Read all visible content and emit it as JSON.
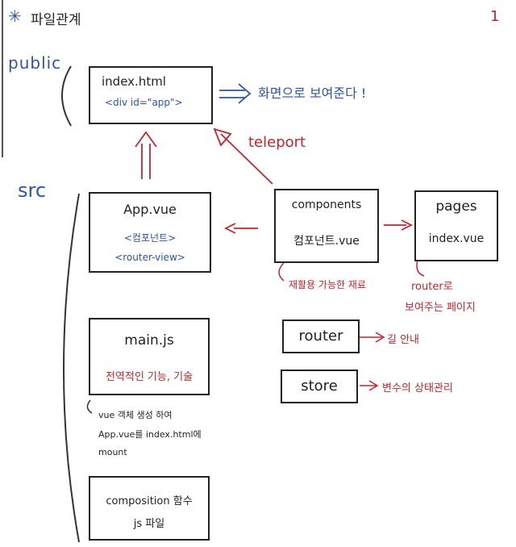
{
  "header": {
    "star": "✳",
    "title": "파일관계",
    "page_number": "1"
  },
  "sections": {
    "public": "public",
    "src": "src"
  },
  "index_box": {
    "title": "index.html",
    "code": "<div id=\"app\">"
  },
  "index_note": "화면으로 보여준다 !",
  "teleport": "teleport",
  "app_box": {
    "title": "App.vue",
    "line1": "<컴포넌트>",
    "line2": "<router-view>"
  },
  "components_box": {
    "title": "components",
    "file": "컴포넌트.vue",
    "note": "재활용 가능한 재료"
  },
  "pages_box": {
    "title": "pages",
    "file": "index.vue",
    "note_line1": "router로",
    "note_line2": "보여주는 페이지"
  },
  "main_box": {
    "title": "main.js",
    "desc": "전역적인 기능, 기술"
  },
  "main_note": {
    "line1": "vue 객체 생성 하여",
    "line2": "App.vue를 index.html에",
    "line3": "mount"
  },
  "router_box": {
    "title": "router",
    "note": "길 안내"
  },
  "store_box": {
    "title": "store",
    "note": "변수의 상태관리"
  },
  "composition_box": {
    "line1": "composition 함수",
    "line2": "js 파일"
  }
}
